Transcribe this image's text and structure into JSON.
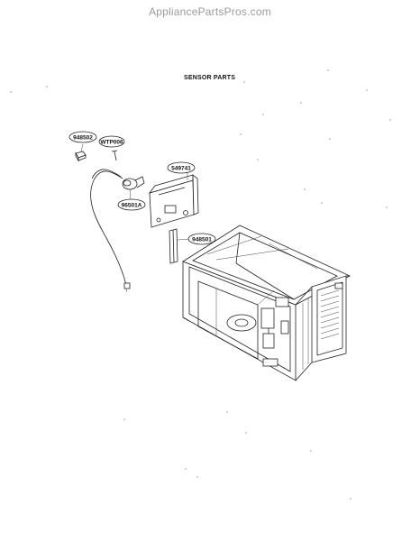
{
  "watermark": "AppliancePartsPros.com",
  "title": "SENSOR PARTS",
  "callouts": [
    "948502",
    "WTP006",
    "549741",
    "96501A",
    "948501"
  ]
}
